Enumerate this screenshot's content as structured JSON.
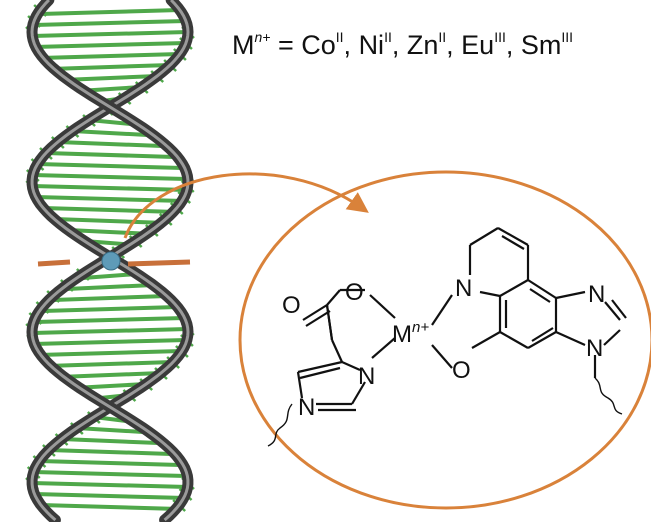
{
  "title": {
    "metal": "M",
    "charge": "n+",
    "equals": " = ",
    "metals": [
      {
        "symbol": "Co",
        "ox": "II"
      },
      {
        "symbol": "Ni",
        "ox": "II"
      },
      {
        "symbol": "Zn",
        "ox": "II"
      },
      {
        "symbol": "Eu",
        "ox": "III"
      },
      {
        "symbol": "Sm",
        "ox": "III"
      }
    ],
    "separator": ", "
  },
  "structure": {
    "atoms": {
      "o_carbonyl": "O",
      "o_carboxylate": "O",
      "metal": "M",
      "metal_charge": "n+",
      "n_imidazole_left_coord": "N",
      "n_imidazole_left_sub": "N",
      "n_pyridine": "N",
      "o_phenolate": "O",
      "n_imidazole_right_top": "N",
      "n_imidazole_right_sub": "N"
    }
  },
  "colors": {
    "helix_backbone": "#3a3a3a",
    "helix_highlight": "#9a9a9a",
    "bases": "#4fa84a",
    "metal_bases": "#c8703a",
    "metal_ion": "#5e9bb8",
    "arrow": "#d9823a",
    "ellipse": "#d9823a",
    "bonds": "#111111"
  }
}
